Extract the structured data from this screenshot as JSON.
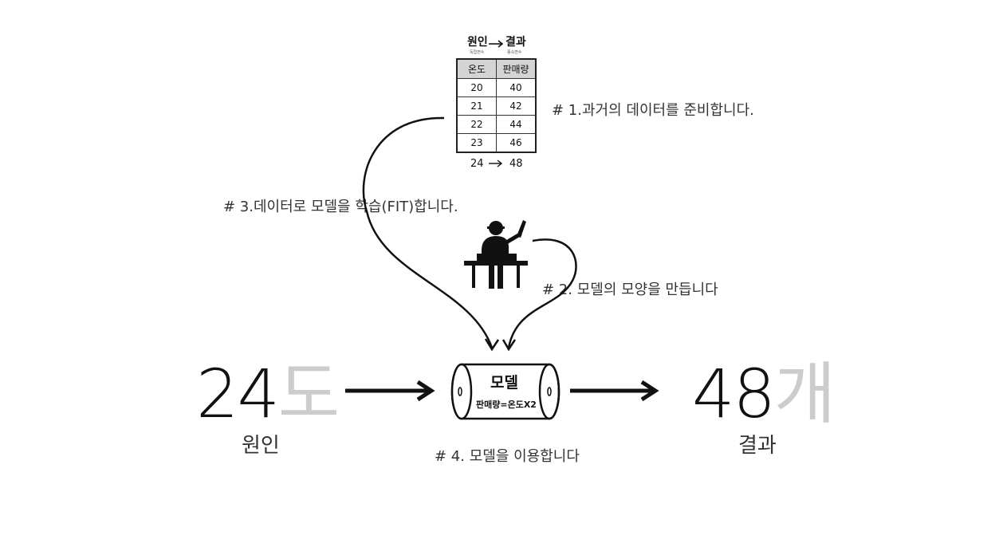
{
  "header": {
    "cause": "원인",
    "effect": "결과",
    "cause_sub": "독립변수",
    "effect_sub": "종속변수"
  },
  "table": {
    "columns": [
      "온도",
      "판매량"
    ],
    "rows": [
      [
        "20",
        "40"
      ],
      [
        "21",
        "42"
      ],
      [
        "22",
        "44"
      ],
      [
        "23",
        "46"
      ]
    ],
    "prediction": {
      "input": "24",
      "output": "48"
    }
  },
  "steps": {
    "step1": "# 1.과거의 데이터를 준비합니다.",
    "step2": "# 2. 모델의 모양을 만듭니다",
    "step3": "# 3.데이터로 모델을 학습(FIT)합니다.",
    "step4": "# 4. 모델을 이용합니다"
  },
  "model": {
    "title": "모델",
    "formula": "판매량=온도X2"
  },
  "input": {
    "number": "24",
    "unit": "도",
    "caption": "원인"
  },
  "output": {
    "number": "48",
    "unit": "개",
    "caption": "결과"
  },
  "icons": [
    "worker-icon",
    "arrow-right-icon",
    "cylinder-icon"
  ],
  "colors": {
    "unit_gray": "#cccccc",
    "header_gray": "#d4d4d4"
  }
}
